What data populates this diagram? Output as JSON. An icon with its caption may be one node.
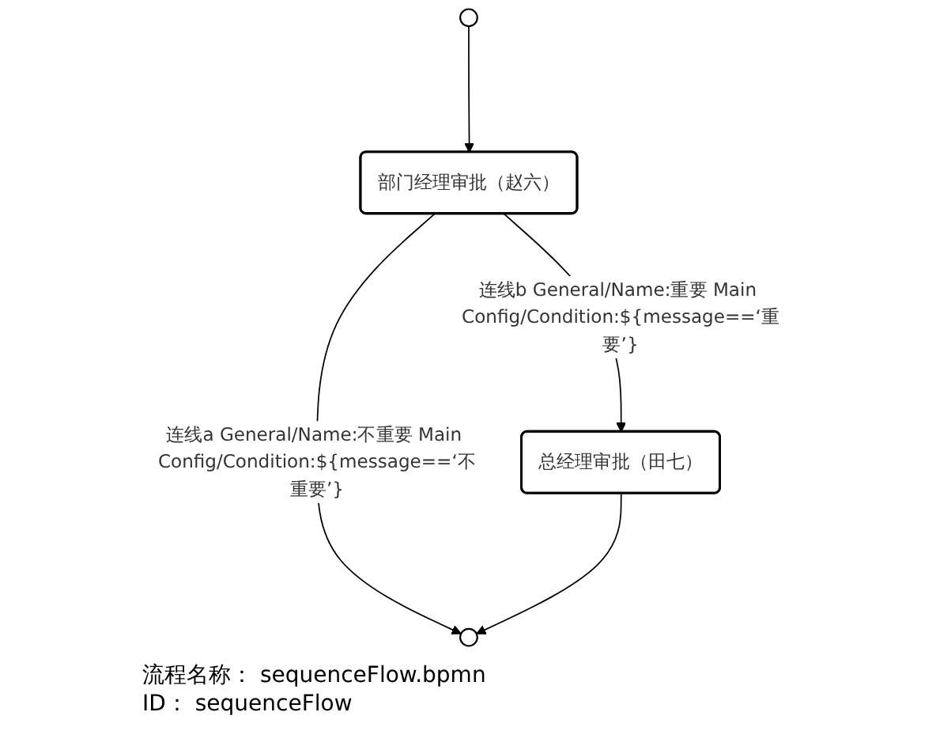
{
  "diagram": {
    "nodes": [
      {
        "text": [],
        "shape": "circle"
      },
      {
        "text": [
          "部门经理审批（赵六）"
        ]
      },
      {
        "text": [
          "总经理审批（田七）"
        ]
      },
      {
        "text": [],
        "shape": "circle"
      }
    ],
    "edges": [
      {
        "from": 0,
        "to": 1,
        "arrow": "to"
      },
      {
        "from": 1,
        "to": 2,
        "arrow": "to",
        "label": "连线b General/Name:重要 Main Config/Condition:${message==‘重要’}"
      },
      {
        "from": 1,
        "to": 3,
        "arrow": "to",
        "label": "连线a General/Name:不重要 Main Config/Condition:${message==‘不重要’}"
      },
      {
        "from": 2,
        "to": 3,
        "arrow": "to"
      }
    ],
    "labels": [
      "流程名称： sequenceFlow.bpmn",
      "ID： sequenceFlow"
    ]
  }
}
